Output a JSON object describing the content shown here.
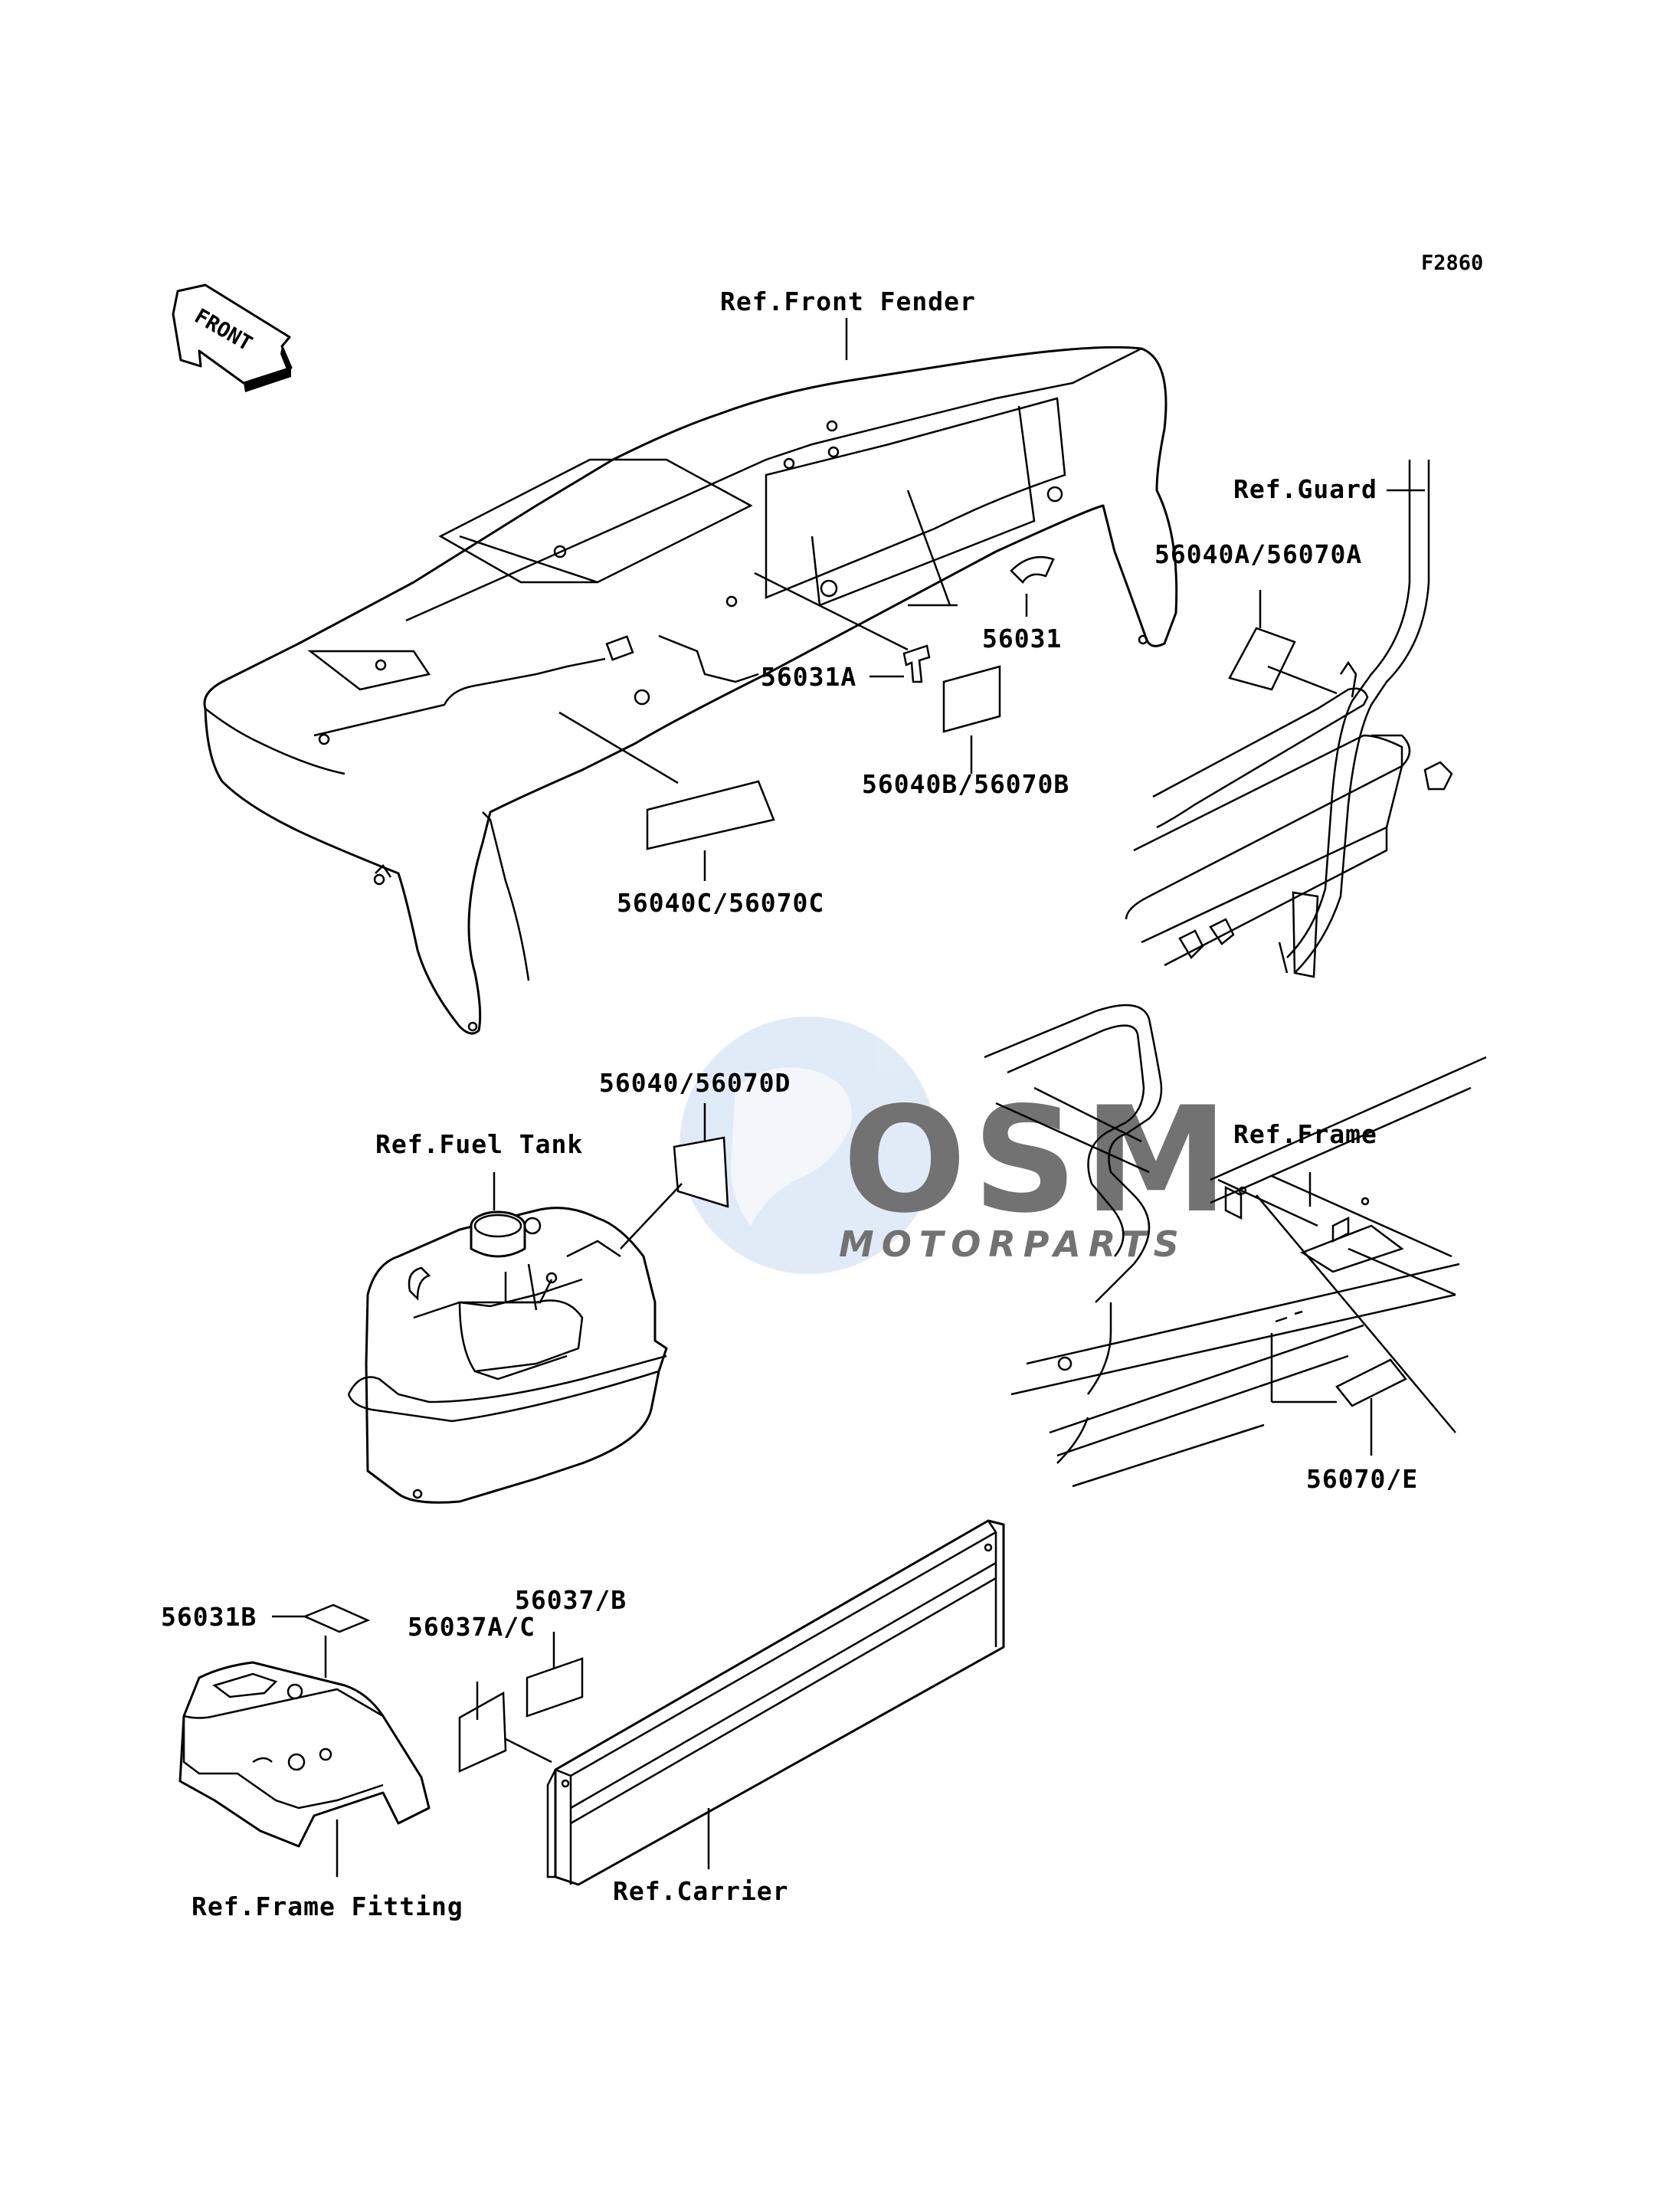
{
  "figure_code": "F2860",
  "front_arrow_label": "FRONT",
  "watermark": {
    "logo_text": "OSM",
    "sub_text": "MOTORPARTS",
    "color": "#a9c7e8"
  },
  "references": {
    "front_fender": "Ref.Front Fender",
    "guard": "Ref.Guard",
    "fuel_tank": "Ref.Fuel Tank",
    "frame": "Ref.Frame",
    "frame_fitting": "Ref.Frame Fitting",
    "carrier": "Ref.Carrier"
  },
  "parts": {
    "p56031": "56031",
    "p56031A": "56031A",
    "p56040B": "56040B/56070B",
    "p56040C": "56040C/56070C",
    "p56040A": "56040A/56070A",
    "p56040D": "56040/56070D",
    "p56070E": "56070/E",
    "p56031B": "56031B",
    "p56037B": "56037/B",
    "p56037AC": "56037A/C"
  }
}
